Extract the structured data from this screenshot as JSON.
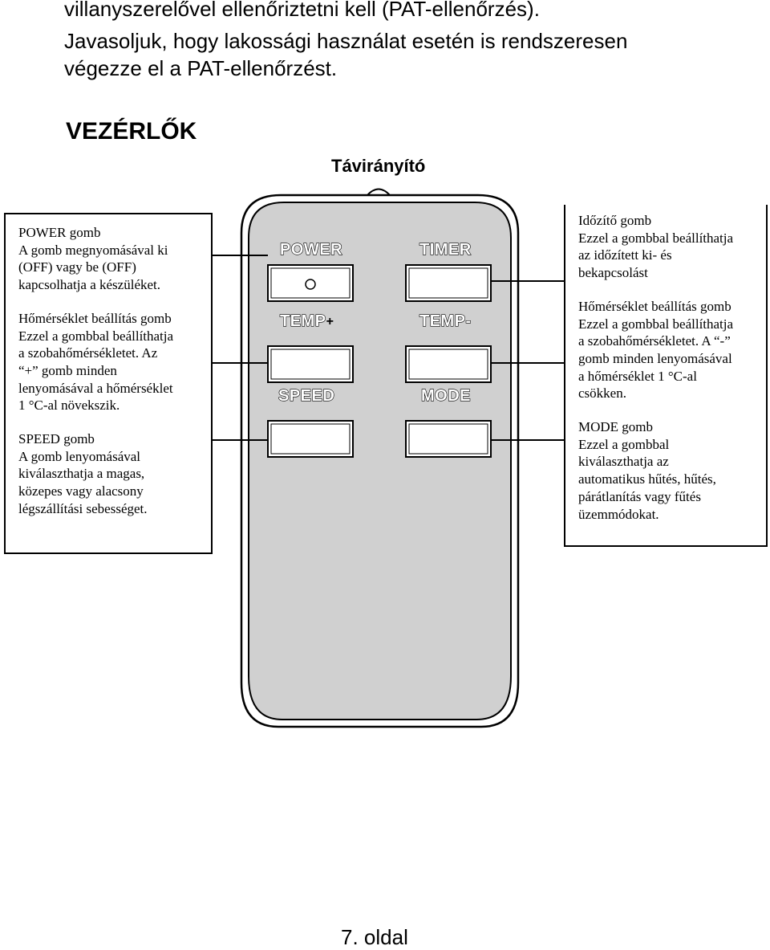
{
  "intro_lines": [
    "villanyszerelővel ellenőriztetni kell (PAT-ellenőrzés).",
    "Javasoljuk, hogy lakossági használat esetén is rendszeresen",
    "végezze el a PAT-ellenőrzést."
  ],
  "section_heading": "VEZÉRLŐK",
  "remote_title": "Távirányító",
  "left_box": {
    "power": "POWER gomb\nA gomb megnyomásával ki\n(OFF) vagy be (OFF)\nkapcsolhatja a készüléket.",
    "temp_plus": "Hőmérséklet beállítás gomb\nEzzel a gombbal beállíthatja\na szobahőmérsékletet. Az\n“+” gomb minden\nlenyomásával a hőmérséklet\n1 °C-al növekszik.",
    "speed": "SPEED gomb\nA gomb lenyomásával\nkiválaszthatja a magas,\nközepes vagy alacsony\nlégszállítási sebességet."
  },
  "right_box": {
    "timer": "Időzítő gomb\nEzzel a gombbal beállíthatja\naz időzített ki- és\nbekapcsolást",
    "temp_minus": "Hőmérséklet beállítás gomb\nEzzel a gombbal beállíthatja\na szobahőmérsékletet. A “-”\ngomb minden lenyomásával\na hőmérséklet 1 °C-al\ncsökken.",
    "mode": "MODE gomb\nEzzel a gombbal\nkiválaszthatja az\nautomatikus hűtés, hűtés,\npárátlanítás vagy fűtés\nüzemmódokat."
  },
  "remote_labels": {
    "power": "POWER",
    "timer": "TIMER",
    "temp_plus": "TEMP",
    "plus_sign": "+",
    "temp_minus": "TEMP-",
    "speed": "SPEED",
    "mode": "MODE"
  },
  "page_number": "7. oldal"
}
